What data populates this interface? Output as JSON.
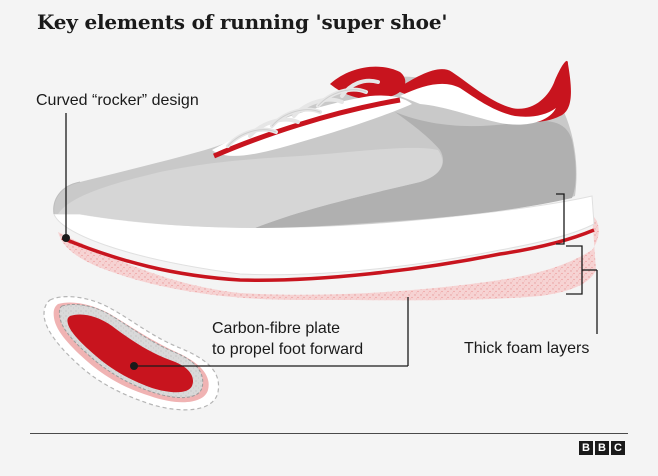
{
  "title": "Key elements of running 'super shoe'",
  "labels": {
    "rocker": "Curved “rocker” design",
    "plate_line1": "Carbon-fibre plate",
    "plate_line2": "to propel foot forward",
    "foam": "Thick foam layers"
  },
  "logo": [
    "B",
    "B",
    "C"
  ],
  "colors": {
    "accent_red": "#c8141e",
    "upper_grey": "#c6c6c6",
    "foam_pink": "#f3c9c9",
    "background": "#f4f4f4"
  }
}
